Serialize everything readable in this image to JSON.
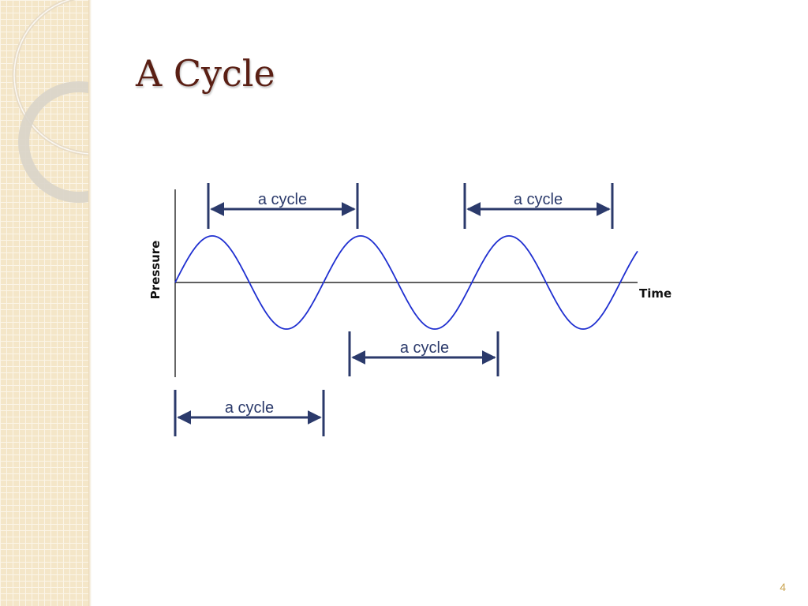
{
  "slide": {
    "title": "A Cycle",
    "page_number": "4"
  },
  "diagram": {
    "y_axis_label": "Pressure",
    "x_axis_label": "Time",
    "wave_color": "#1f2fd0",
    "arrow_color": "#2b3a6b",
    "cycle_label": "a cycle",
    "cycle_markers": [
      {
        "label": "a cycle"
      },
      {
        "label": "a cycle"
      },
      {
        "label": "a cycle"
      },
      {
        "label": "a cycle"
      }
    ]
  }
}
